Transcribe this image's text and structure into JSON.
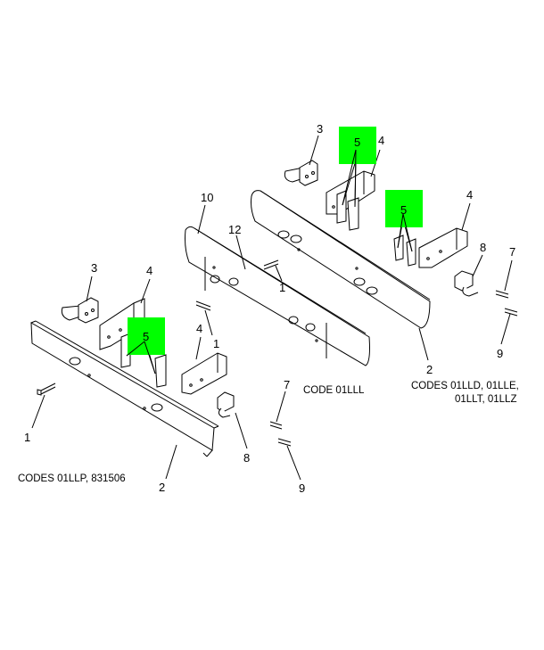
{
  "callouts": {
    "c1a": "1",
    "c1b": "1",
    "c1c": "1",
    "c2a": "2",
    "c2b": "2",
    "c3a": "3",
    "c3b": "3",
    "c4a": "4",
    "c4b": "4",
    "c4c": "4",
    "c4d": "4",
    "c5a": "5",
    "c5b": "5",
    "c5c": "5",
    "c7a": "7",
    "c7b": "7",
    "c8a": "8",
    "c8b": "8",
    "c9a": "9",
    "c9b": "9",
    "c10": "10",
    "c12": "12"
  },
  "captions": {
    "left": "CODES 01LLP, 831506",
    "middle": "CODE 01LLL",
    "right_line1": "CODES 01LLD, 01LLE,",
    "right_line2": "01LLT, 01LLZ"
  },
  "colors": {
    "highlight": "#00ff00",
    "ink": "#000000",
    "paper": "#ffffff"
  }
}
